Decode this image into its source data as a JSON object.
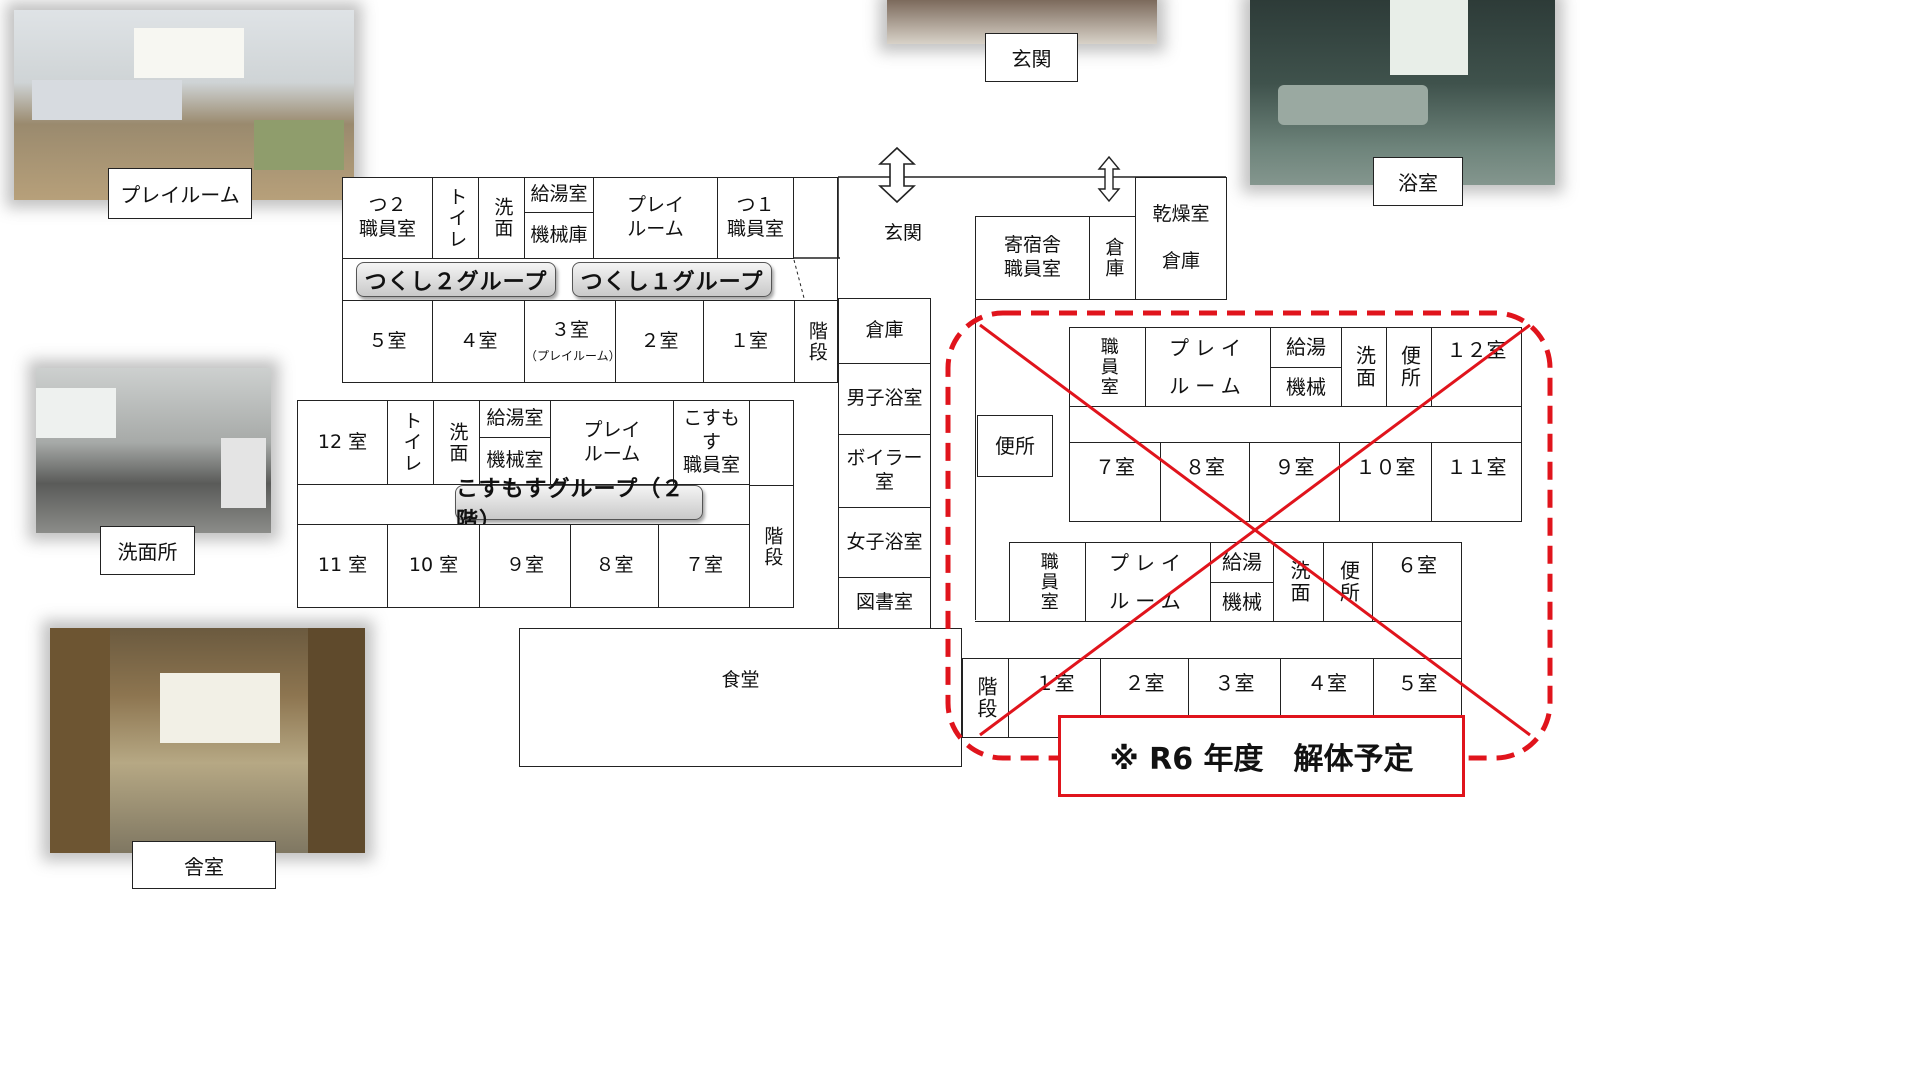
{
  "photos": {
    "playroom": {
      "caption": "プレイルーム"
    },
    "entrance": {
      "caption": "玄関"
    },
    "bath": {
      "caption": "浴室"
    },
    "washroom": {
      "caption": "洗面所"
    },
    "dorm": {
      "caption": "舎室"
    }
  },
  "upper_block": {
    "top_rooms": [
      "つ２\n職員室",
      "トイレ",
      "洗面",
      "給湯室",
      "機械庫",
      "プレイ\nルーム",
      "つ１\n職員室"
    ],
    "group2_label": "つくし２グループ",
    "group1_label": "つくし１グループ",
    "bottom_rooms": [
      "５室",
      "４室",
      "３室",
      "（プレイルーム）",
      "２室",
      "１室",
      "階段"
    ]
  },
  "lower_block": {
    "top_rooms": [
      "12 室",
      "トイレ",
      "洗面",
      "給湯室",
      "機械室",
      "プレイ\nルーム",
      "こすもす\n職員室"
    ],
    "group_label": "こすもすグループ（２階）",
    "bottom_rooms": [
      "11 室",
      "10 室",
      "９室",
      "８室",
      "７室",
      "階段"
    ]
  },
  "center_column": {
    "entrance": "玄関",
    "rooms": [
      "倉庫",
      "男子浴室",
      "ボイラー室",
      "女子浴室",
      "図書室"
    ],
    "dining": "食堂"
  },
  "right_block": {
    "dorm_staff": "寄宿舎\n職員室",
    "storage": "倉庫",
    "drying": "乾燥室\n\n倉庫"
  },
  "demolish_area": {
    "row1": [
      "職員室",
      "プレイ\nルーム",
      "給湯",
      "機械",
      "洗面",
      "便所",
      "１２室"
    ],
    "toilet": "便所",
    "row2": [
      "７室",
      "８室",
      "９室",
      "１０室",
      "１１室"
    ],
    "row3": [
      "職員室",
      "プレイ\nルーム",
      "給湯",
      "機械",
      "洗面",
      "便所",
      "６室"
    ],
    "row4": [
      "階段",
      "１室",
      "２室",
      "３室",
      "４室",
      "５室"
    ],
    "notice": "※ R6 年度　解体予定",
    "accent_color": "#e0141c"
  }
}
